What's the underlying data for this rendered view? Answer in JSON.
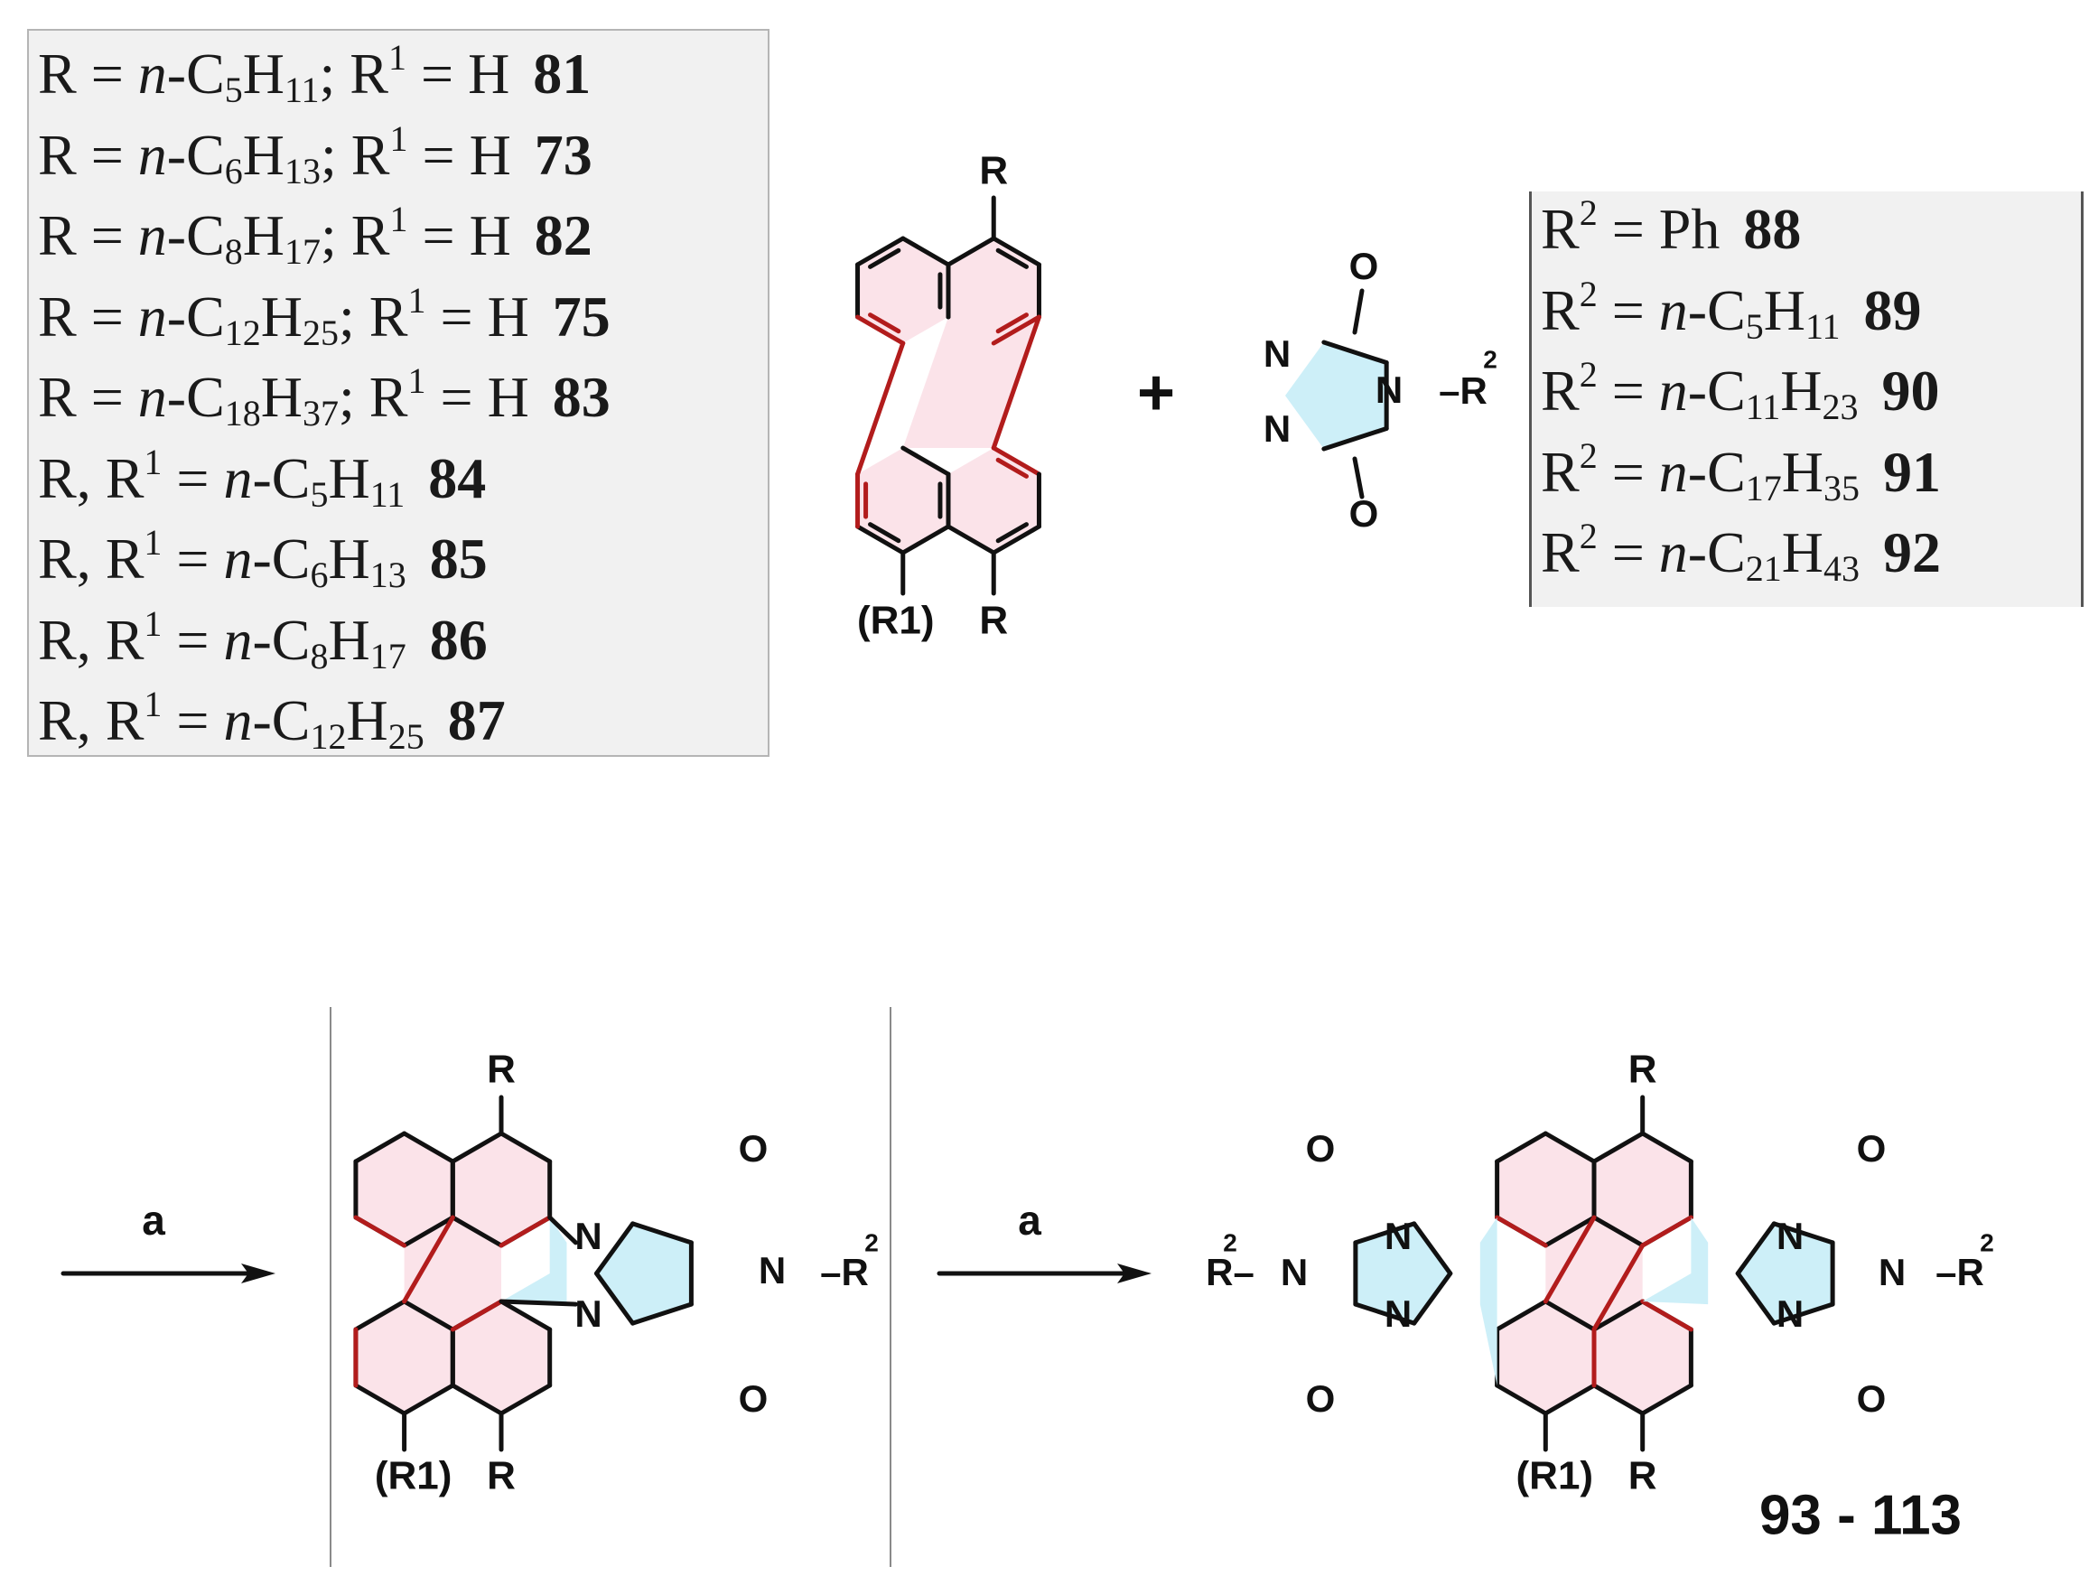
{
  "substituent_table_left": [
    {
      "lhs": "R = ",
      "n": "n",
      "chain": "-C",
      "c": "5",
      "h": "H",
      "hn": "11",
      "rest": "; R",
      "r1sup": "1",
      "rhs": " = H",
      "id": "81"
    },
    {
      "lhs": "R = ",
      "n": "n",
      "chain": "-C",
      "c": "6",
      "h": "H",
      "hn": "13",
      "rest": "; R",
      "r1sup": "1",
      "rhs": " = H",
      "id": "73"
    },
    {
      "lhs": "R = ",
      "n": "n",
      "chain": "-C",
      "c": "8",
      "h": "H",
      "hn": "17",
      "rest": "; R",
      "r1sup": "1",
      "rhs": " = H",
      "id": "82"
    },
    {
      "lhs": "R = ",
      "n": "n",
      "chain": "-C",
      "c": "12",
      "h": "H",
      "hn": "25",
      "rest": "; R",
      "r1sup": "1",
      "rhs": " = H",
      "id": "75"
    },
    {
      "lhs": "R = ",
      "n": "n",
      "chain": "-C",
      "c": "18",
      "h": "H",
      "hn": "37",
      "rest": "; R",
      "r1sup": "1",
      "rhs": " = H",
      "id": "83"
    },
    {
      "lhs": "R, R",
      "sup": "1",
      "eq": " = ",
      "n": "n",
      "chain": "-C",
      "c": "5",
      "h": "H",
      "hn": "11",
      "id": "84"
    },
    {
      "lhs": "R, R",
      "sup": "1",
      "eq": " = ",
      "n": "n",
      "chain": "-C",
      "c": "6",
      "h": "H",
      "hn": "13",
      "id": "85"
    },
    {
      "lhs": "R, R",
      "sup": "1",
      "eq": " = ",
      "n": "n",
      "chain": "-C",
      "c": "8",
      "h": "H",
      "hn": "17",
      "id": "86"
    },
    {
      "lhs": "R, R",
      "sup": "1",
      "eq": " = ",
      "n": "n",
      "chain": "-C",
      "c": "12",
      "h": "H",
      "hn": "25",
      "id": "87"
    }
  ],
  "substituent_table_right": [
    {
      "lhs": "R",
      "sup": "2",
      "eq": " = Ph",
      "id": "88"
    },
    {
      "lhs": "R",
      "sup": "2",
      "eq": " = ",
      "n": "n",
      "chain": "-C",
      "c": "5",
      "h": "H",
      "hn": "11",
      "id": "89"
    },
    {
      "lhs": "R",
      "sup": "2",
      "eq": " = ",
      "n": "n",
      "chain": "-C",
      "c": "11",
      "h": "H",
      "hn": "23",
      "id": "90"
    },
    {
      "lhs": "R",
      "sup": "2",
      "eq": " = ",
      "n": "n",
      "chain": "-C",
      "c": "17",
      "h": "H",
      "hn": "35",
      "id": "91"
    },
    {
      "lhs": "R",
      "sup": "2",
      "eq": " = ",
      "n": "n",
      "chain": "-C",
      "c": "21",
      "h": "H",
      "hn": "43",
      "id": "92"
    }
  ],
  "labels": {
    "R": "R",
    "R1_open": "(R",
    "R1_sup": "1",
    "R1_close": ")",
    "plus": "+",
    "N": "N",
    "O": "O",
    "R2": "R",
    "R2_sup": "2",
    "dash": "–",
    "arrow_label": "a",
    "product_range": "93 - 113"
  },
  "colors": {
    "red_ring_fill": "#fbe3e9",
    "red_bond": "#b21c1c",
    "blue_ring_fill": "#cdeff8",
    "black_bond": "#111111"
  }
}
